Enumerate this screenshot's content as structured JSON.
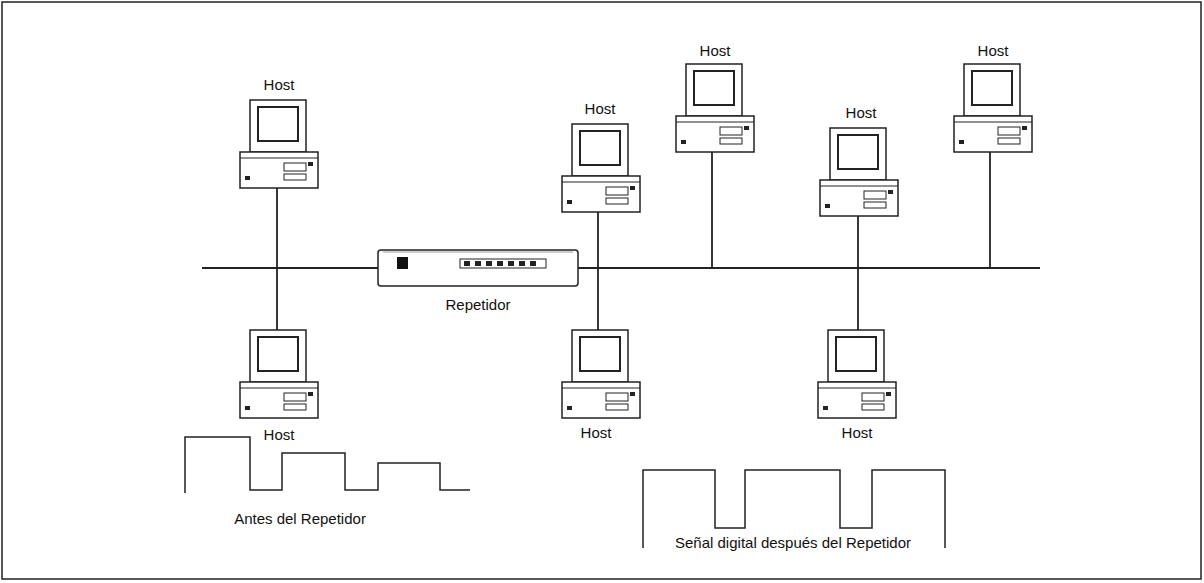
{
  "diagram": {
    "labels": [
      "Host",
      "Host",
      "Host",
      "Host",
      "Host",
      "Repetidor",
      "Host",
      "Host",
      "Host",
      "Antes del Repetidor",
      "Señal digital después del Repetidor"
    ]
  }
}
